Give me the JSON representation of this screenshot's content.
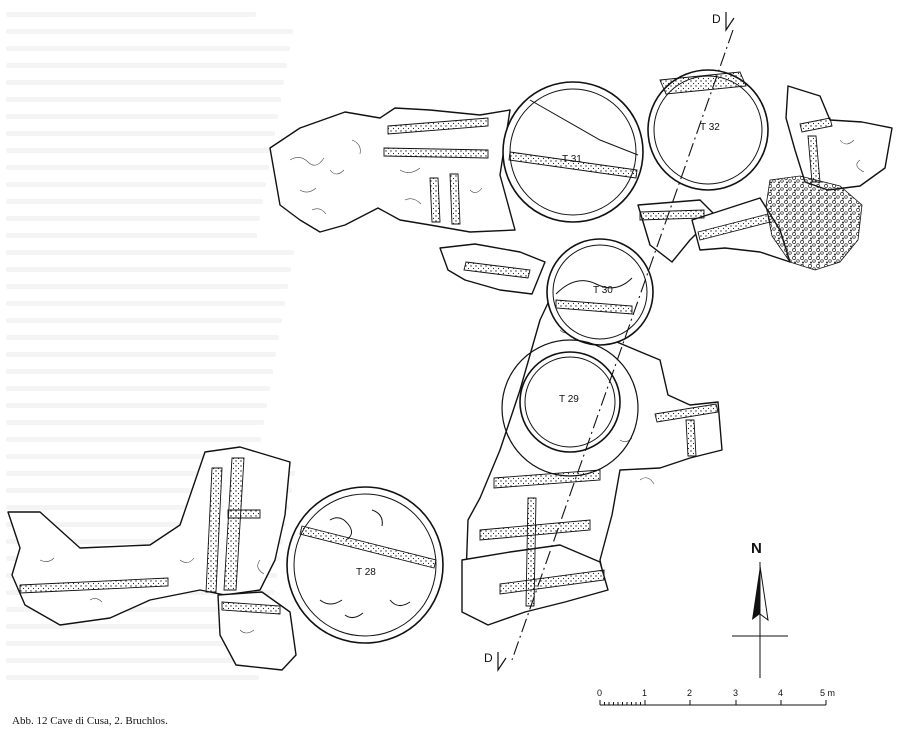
{
  "figure": {
    "caption": "Abb. 12  Cave di Cusa, 2. Bruchlos."
  },
  "labels": {
    "t31": "T 31",
    "t32": "T 32",
    "t30": "T 30",
    "t29": "T 29",
    "t28": "T 28"
  },
  "section": {
    "top": "D",
    "bottom": "D"
  },
  "north_arrow": {
    "letter": "N"
  },
  "scale_bar": {
    "ticks": [
      "0",
      "1",
      "2",
      "3",
      "4",
      "5 m"
    ]
  }
}
